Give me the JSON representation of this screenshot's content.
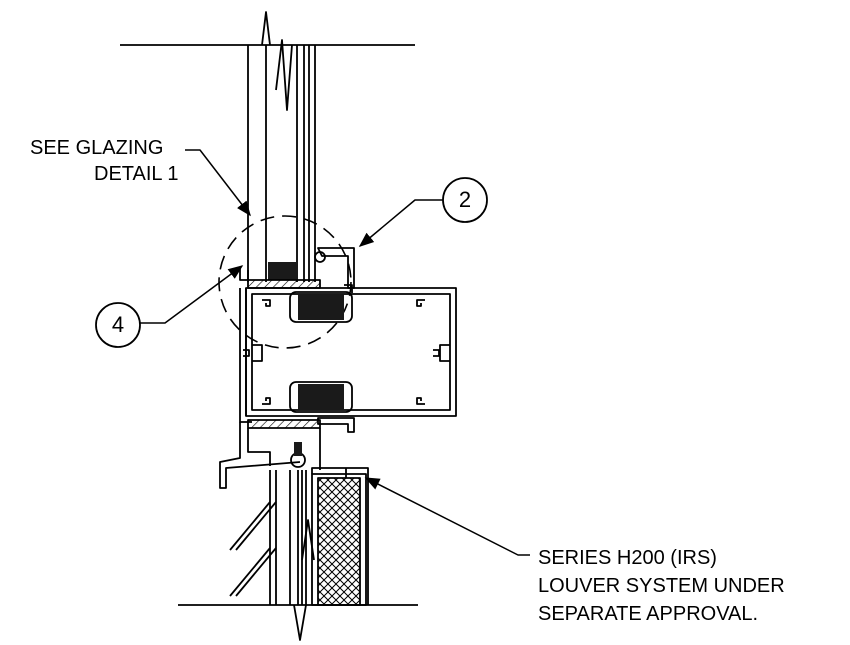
{
  "notes": {
    "glazing_line1": "SEE GLAZING",
    "glazing_line2": "DETAIL 1",
    "louver_line1": "SERIES H200 (IRS)",
    "louver_line2": "LOUVER SYSTEM UNDER",
    "louver_line3": "SEPARATE APPROVAL."
  },
  "callouts": {
    "left": "4",
    "right": "2"
  },
  "colors": {
    "line": "#000000",
    "fill": "#1a1a1a",
    "background": "#ffffff"
  }
}
